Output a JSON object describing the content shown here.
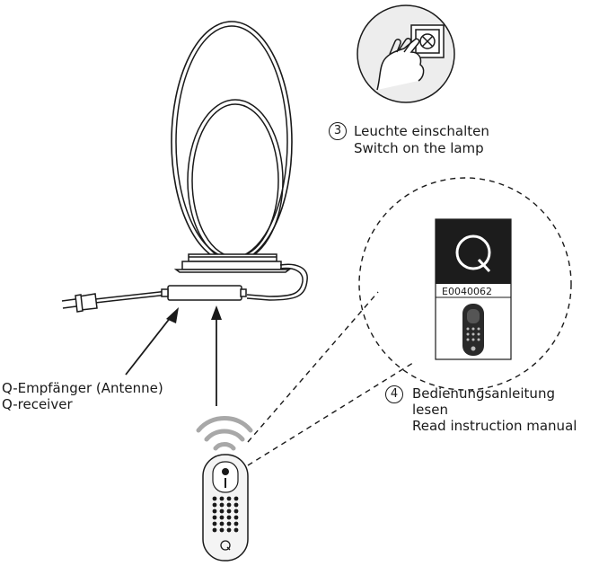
{
  "steps": {
    "step3": {
      "number": "3",
      "line1": "Leuchte einschalten",
      "line2": "Switch on the lamp"
    },
    "step4": {
      "number": "4",
      "line1": "Bedienungsanleitung",
      "line2": "lesen",
      "line3": "Read instruction manual"
    }
  },
  "receiver": {
    "line1": "Q-Empfänger (Antenne)",
    "line2": "Q-receiver"
  },
  "manual": {
    "logo_letter": "Q",
    "code": "E0040062"
  },
  "remote": {
    "logo_letter": "Q"
  },
  "colors": {
    "ink": "#1a1a1a",
    "manual_logo_bg": "#1c1c1c",
    "remote_body": "#f4f4f4"
  }
}
